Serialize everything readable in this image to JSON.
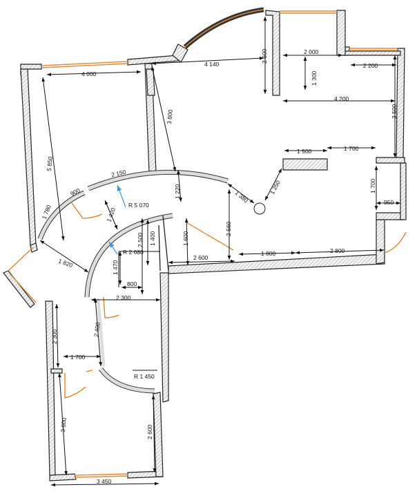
{
  "dimensions": {
    "d4000": "4 000",
    "d4140": "4 140",
    "d2600a": "2 600",
    "d2000": "2 000",
    "d2200": "2 200",
    "d1300": "1 300",
    "d4200": "4 200",
    "d3500": "3 500",
    "d5850": "5 850",
    "d3800": "3 800",
    "d1500": "1 500",
    "d1700a": "1 700",
    "d1250": "1 250",
    "d1700b": "1 700",
    "d950": "950",
    "d2150": "2 150",
    "d900": "900",
    "d1220": "1 220",
    "d1380": "1 380",
    "d1780": "1 780",
    "d1420": "1 420",
    "d2560": "2 560",
    "d2500": "2 500",
    "d1400": "1 400",
    "d1600": "1 600",
    "d1820": "1 820",
    "d2600b": "2 600",
    "d1800": "1 800",
    "d2800": "2 800",
    "d1470": "1 470",
    "d800": "800",
    "d2300a": "2 300",
    "d2300b": "2 300",
    "d2400": "2 400",
    "d1700c": "1 700",
    "d3600": "3 600",
    "d2600c": "2 600",
    "d3450": "3 450"
  },
  "radii": {
    "r5070": "R 5 070",
    "r2680": "R 2 680",
    "r1450": "R 1 450"
  }
}
